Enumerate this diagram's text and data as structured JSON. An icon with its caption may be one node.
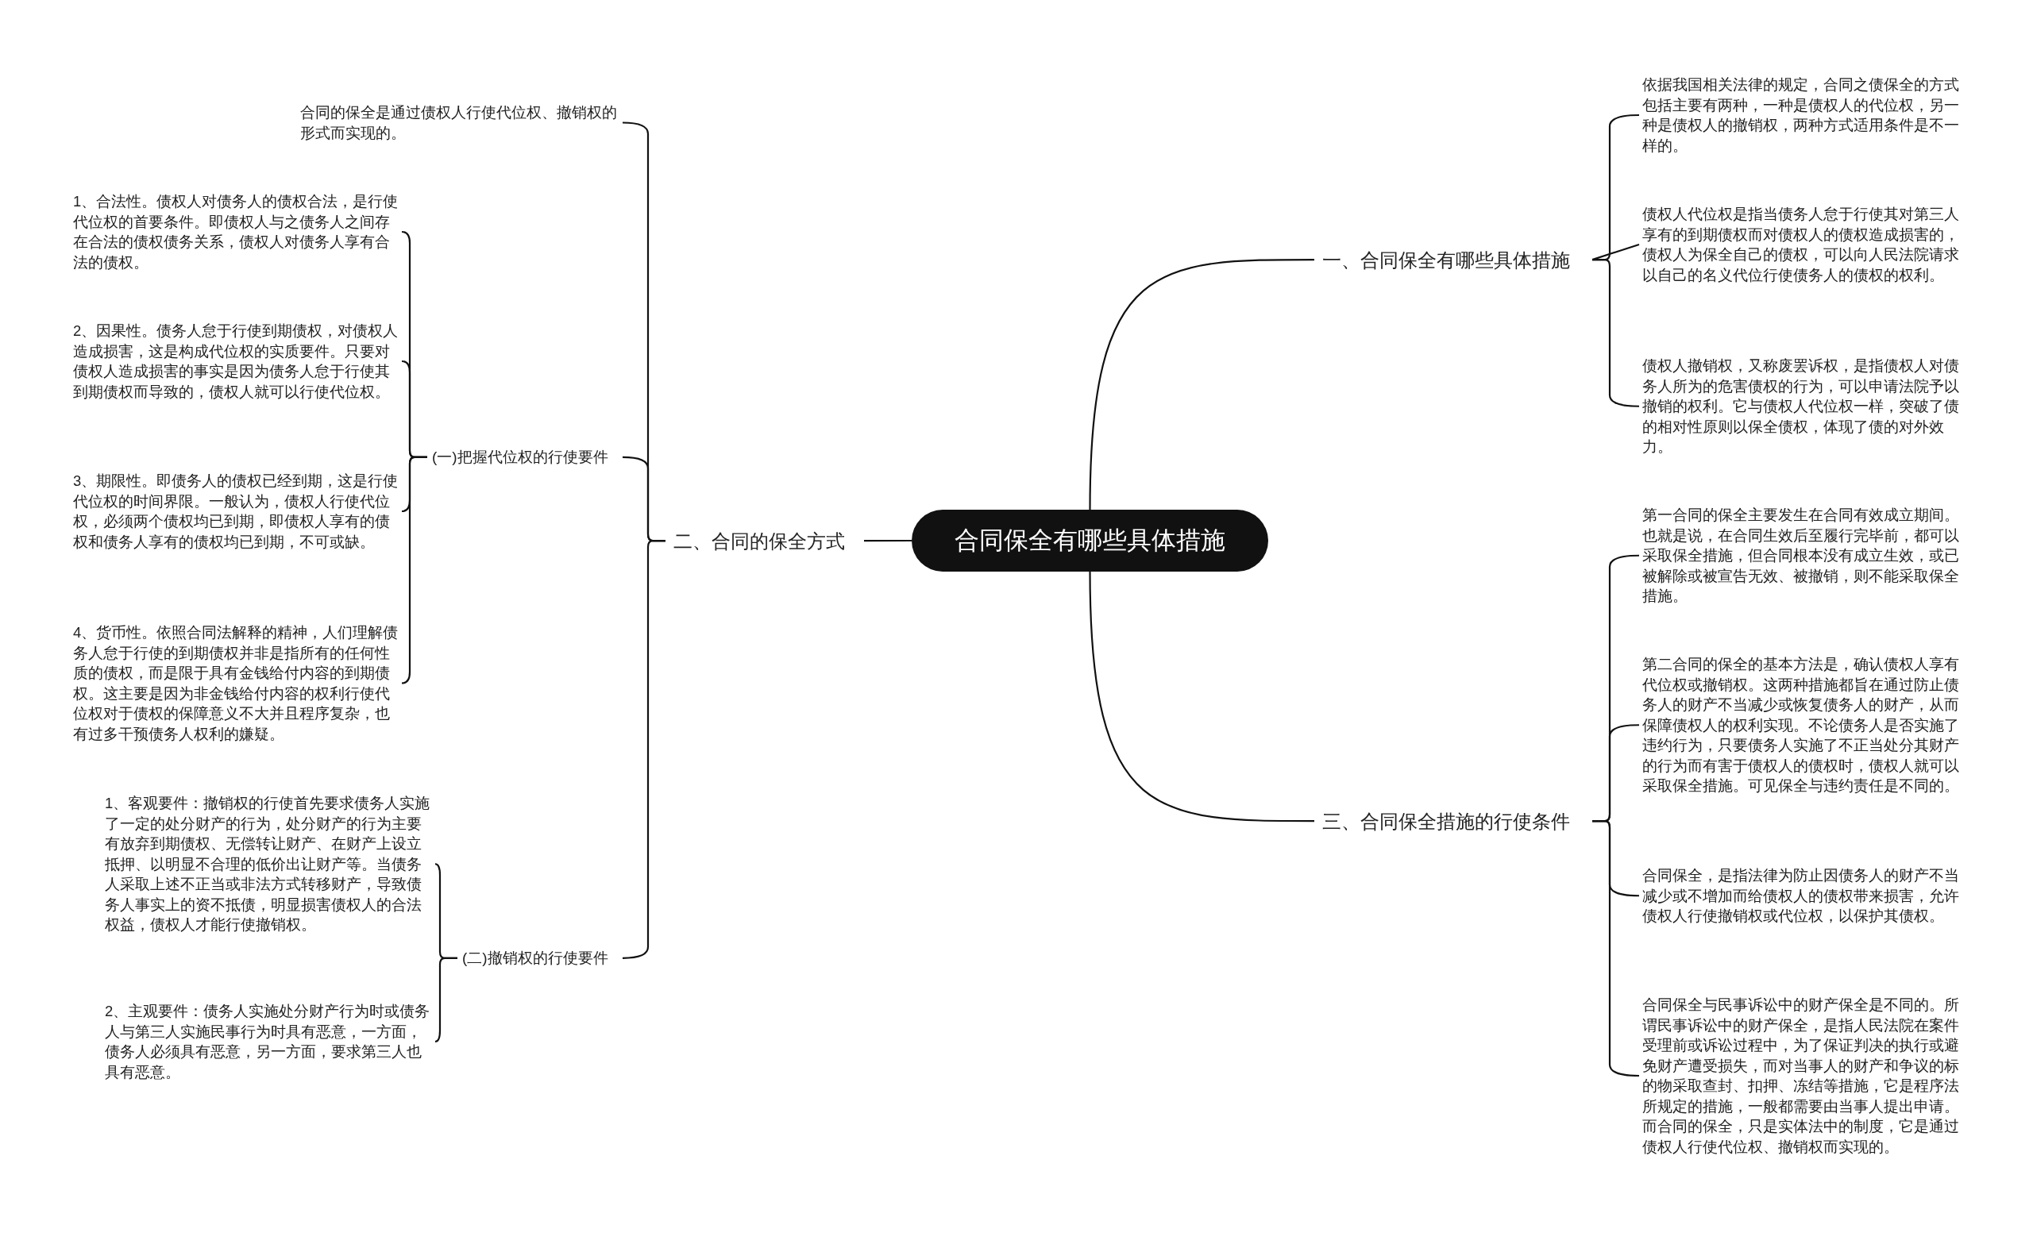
{
  "diagram": {
    "nodes": [
      {
        "text": [
          "合同保全有哪些具体措施"
        ]
      },
      {
        "text": [
          "一、合同保全有哪些具体措施"
        ]
      },
      {
        "text": [
          "依据我国相关法律的规定，合同之债保全的方式包括主要有两种，一种是债权人的代位权，另一种是债权人的撤销权，两种方式适用条件是不一样的。"
        ]
      },
      {
        "text": [
          "债权人代位权是指当债务人怠于行使其对第三人享有的到期债权而对债权人的债权造成损害的，债权人为保全自己的债权，可以向人民法院请求以自己的名义代位行使债务人的债权的权利。"
        ]
      },
      {
        "text": [
          "债权人撤销权，又称废罢诉权，是指债权人对债务人所为的危害债权的行为，可以申请法院予以撤销的权利。它与债权人代位权一样，突破了债的相对性原则以保全债权，体现了债的对外效力。"
        ]
      },
      {
        "text": [
          "二、合同的保全方式"
        ]
      },
      {
        "text": [
          "合同的保全是通过债权人行使代位权、撤销权的形式而实现的。"
        ]
      },
      {
        "text": [
          "(一)把握代位权的行使要件"
        ]
      },
      {
        "text": [
          "1、合法性。债权人对债务人的债权合法，是行使代位权的首要条件。即债权人与之债务人之间存在合法的债权债务关系，债权人对债务人享有合法的债权。"
        ]
      },
      {
        "text": [
          "2、因果性。债务人怠于行使到期债权，对债权人造成损害，这是构成代位权的实质要件。只要对债权人造成损害的事实是因为债务人怠于行使其到期债权而导致的，债权人就可以行使代位权。"
        ]
      },
      {
        "text": [
          "3、期限性。即债务人的债权已经到期，这是行使代位权的时间界限。一般认为，债权人行使代位权，必须两个债权均已到期，即债权人享有的债权和债务人享有的债权均已到期，不可或缺。"
        ]
      },
      {
        "text": [
          "4、货币性。依照合同法解释的精神，人们理解债务人怠于行使的到期债权并非是指所有的任何性质的债权，而是限于具有金钱给付内容的到期债权。这主要是因为非金钱给付内容的权利行使代位权对于债权的保障意义不大并且程序复杂，也有过多干预债务人权利的嫌疑。"
        ]
      },
      {
        "text": [
          "(二)撤销权的行使要件"
        ]
      },
      {
        "text": [
          "1、客观要件：撤销权的行使首先要求债务人实施了一定的处分财产的行为，处分财产的行为主要有放弃到期债权、无偿转让财产、在财产上设立抵押、以明显不合理的低价出让财产等。当债务人采取上述不正当或非法方式转移财产，导致债务人事实上的资不抵债，明显损害债权人的合法权益，债权人才能行使撤销权。"
        ]
      },
      {
        "text": [
          "2、主观要件：债务人实施处分财产行为时或债务人与第三人实施民事行为时具有恶意，一方面，债务人必须具有恶意，另一方面，要求第三人也具有恶意。"
        ]
      },
      {
        "text": [
          "三、合同保全措施的行使条件"
        ]
      },
      {
        "text": [
          "第一合同的保全主要发生在合同有效成立期间。也就是说，在合同生效后至履行完毕前，都可以采取保全措施，但合同根本没有成立生效，或已被解除或被宣告无效、被撤销，则不能采取保全措施。"
        ]
      },
      {
        "text": [
          "第二合同的保全的基本方法是，确认债权人享有代位权或撤销权。这两种措施都旨在通过防止债务人的财产不当减少或恢复债务人的财产，从而保障债权人的权利实现。不论债务人是否实施了违约行为，只要债务人实施了不正当处分其财产的行为而有害于债权人的债权时，债权人就可以采取保全措施。可见保全与违约责任是不同的。"
        ]
      },
      {
        "text": [
          "合同保全，是指法律为防止因债务人的财产不当减少或不增加而给债权人的债权带来损害，允许债权人行使撤销权或代位权，以保护其债权。"
        ]
      },
      {
        "text": [
          "合同保全与民事诉讼中的财产保全是不同的。所谓民事诉讼中的财产保全，是指人民法院在案件受理前或诉讼过程中，为了保证判决的执行或避免财产遭受损失，而对当事人的财产和争议的标的物采取查封、扣押、冻结等措施，它是程序法所规定的措施，一般都需要由当事人提出申请。而合同的保全，只是实体法中的制度，它是通过债权人行使代位权、撤销权而实现的。"
        ]
      }
    ],
    "edges": [
      {
        "from": 0,
        "to": 1,
        "arrow": "none"
      },
      {
        "from": 1,
        "to": 2,
        "arrow": "none"
      },
      {
        "from": 1,
        "to": 3,
        "arrow": "none"
      },
      {
        "from": 1,
        "to": 4,
        "arrow": "none"
      },
      {
        "from": 0,
        "to": 5,
        "arrow": "none"
      },
      {
        "from": 5,
        "to": 6,
        "arrow": "none"
      },
      {
        "from": 5,
        "to": 7,
        "arrow": "none"
      },
      {
        "from": 7,
        "to": 8,
        "arrow": "none"
      },
      {
        "from": 7,
        "to": 9,
        "arrow": "none"
      },
      {
        "from": 7,
        "to": 10,
        "arrow": "none"
      },
      {
        "from": 7,
        "to": 11,
        "arrow": "none"
      },
      {
        "from": 5,
        "to": 12,
        "arrow": "none"
      },
      {
        "from": 12,
        "to": 13,
        "arrow": "none"
      },
      {
        "from": 12,
        "to": 14,
        "arrow": "none"
      },
      {
        "from": 0,
        "to": 15,
        "arrow": "none"
      },
      {
        "from": 15,
        "to": 16,
        "arrow": "none"
      },
      {
        "from": 15,
        "to": 17,
        "arrow": "none"
      },
      {
        "from": 15,
        "to": 18,
        "arrow": "none"
      },
      {
        "from": 15,
        "to": 19,
        "arrow": "none"
      }
    ]
  }
}
